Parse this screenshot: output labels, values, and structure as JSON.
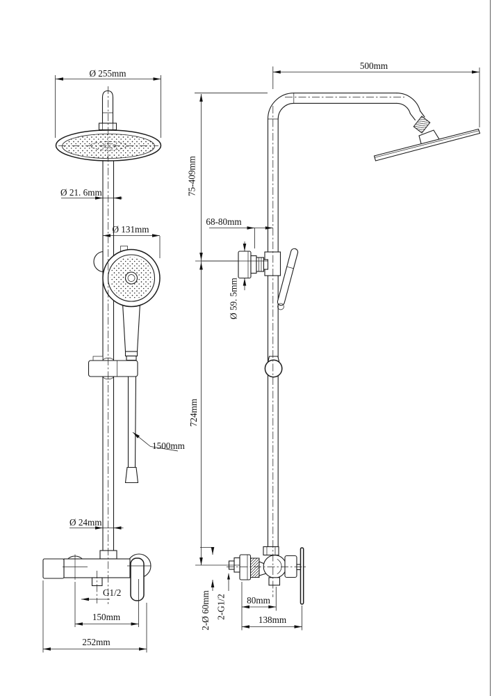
{
  "drawing": {
    "front_view": {
      "head_diameter": "Ø 255mm",
      "upper_pipe_diameter": "Ø 21. 6mm",
      "hand_shower_diameter": "Ø 131mm",
      "hose_length": "1500mm",
      "lower_pipe_diameter": "Ø 24mm",
      "outlet_thread": "G1/2",
      "inlet_center_distance": "150mm",
      "mixer_width": "252mm"
    },
    "side_view": {
      "arm_reach": "500mm",
      "head_height_range": "75-409mm",
      "wall_clearance": "68-80mm",
      "bracket_flange_diameter": "Ø 59. 5mm",
      "column_height": "724mm",
      "mixer_flange_spec": "2-Ø 60mm",
      "mixer_inlet_thread": "2-G1/2",
      "mixer_body_depth": "80mm",
      "mixer_total_depth": "138mm"
    }
  }
}
